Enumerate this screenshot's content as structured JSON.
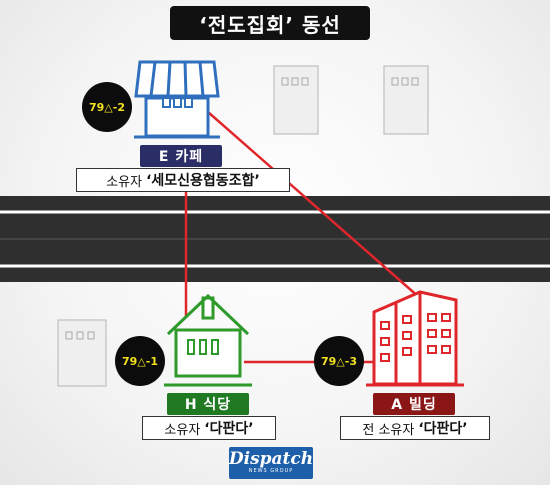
{
  "title": "‘전도집회’ 동선",
  "places": {
    "cafe": {
      "label": "E 카페",
      "badge": "79△-2",
      "owner_prefix": "소유자",
      "owner_name": "‘세모신용협동조합’",
      "color": "#2a2d66"
    },
    "restaurant": {
      "label": "H 식당",
      "badge": "79△-1",
      "owner_prefix": "소유자",
      "owner_name": "‘다판다’",
      "color": "#1f7a22"
    },
    "building": {
      "label": "A 빌딩",
      "badge": "79△-3",
      "owner_prefix": "전 소유자",
      "owner_name": "‘다판다’",
      "color": "#8a1616"
    }
  },
  "colors": {
    "cafe_icon": "#2f6fbe",
    "restaurant_icon": "#2e9a2a",
    "building_icon": "#e0262b",
    "route": "#e0262b",
    "road": "#333333"
  },
  "logo": {
    "main": "Dispatch",
    "sub": "NEWS GROUP"
  }
}
